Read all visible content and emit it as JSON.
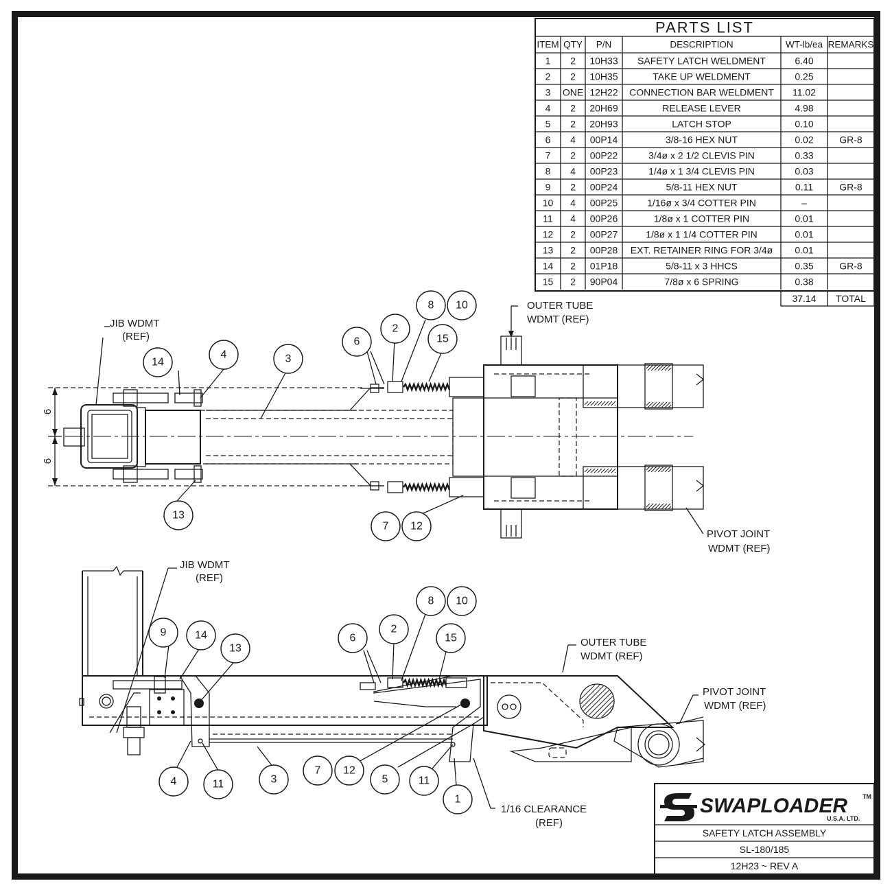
{
  "parts_list": {
    "title": "PARTS LIST",
    "headers": [
      "ITEM",
      "QTY",
      "P/N",
      "DESCRIPTION",
      "WT-lb/ea",
      "REMARKS"
    ],
    "rows": [
      [
        "1",
        "2",
        "10H33",
        "SAFETY LATCH WELDMENT",
        "6.40",
        ""
      ],
      [
        "2",
        "2",
        "10H35",
        "TAKE UP WELDMENT",
        "0.25",
        ""
      ],
      [
        "3",
        "ONE",
        "12H22",
        "CONNECTION BAR WELDMENT",
        "11.02",
        ""
      ],
      [
        "4",
        "2",
        "20H69",
        "RELEASE LEVER",
        "4.98",
        ""
      ],
      [
        "5",
        "2",
        "20H93",
        "LATCH STOP",
        "0.10",
        ""
      ],
      [
        "6",
        "4",
        "00P14",
        "3/8-16 HEX NUT",
        "0.02",
        "GR-8"
      ],
      [
        "7",
        "2",
        "00P22",
        "3/4ø x 2 1/2 CLEVIS PIN",
        "0.33",
        ""
      ],
      [
        "8",
        "4",
        "00P23",
        "1/4ø x 1 3/4 CLEVIS PIN",
        "0.03",
        ""
      ],
      [
        "9",
        "2",
        "00P24",
        "5/8-11 HEX NUT",
        "0.11",
        "GR-8"
      ],
      [
        "10",
        "4",
        "00P25",
        "1/16ø x 3/4 COTTER PIN",
        "–",
        ""
      ],
      [
        "11",
        "4",
        "00P26",
        "1/8ø x 1 COTTER PIN",
        "0.01",
        ""
      ],
      [
        "12",
        "2",
        "00P27",
        "1/8ø x 1 1/4 COTTER PIN",
        "0.01",
        ""
      ],
      [
        "13",
        "2",
        "00P28",
        "EXT. RETAINER RING FOR 3/4ø",
        "0.01",
        ""
      ],
      [
        "14",
        "2",
        "01P18",
        "5/8-11 x 3 HHCS",
        "0.35",
        "GR-8"
      ],
      [
        "15",
        "2",
        "90P04",
        "7/8ø x 6 SPRING",
        "0.38",
        ""
      ]
    ],
    "total_weight": "37.14",
    "total_label": "TOTAL"
  },
  "title_block": {
    "brand": "SWAPLOADER",
    "brand_tm": "TM",
    "brand_sub": "U.S.A.   LTD.",
    "drawing_title": "SAFETY LATCH ASSEMBLY",
    "model": "SL-180/185",
    "drawing_number": "12H23 ~ REV A"
  },
  "top_view": {
    "refs": {
      "jib": [
        "JIB  WDMT",
        "(REF)"
      ],
      "outer_tube": [
        "OUTER TUBE",
        "WDMT (REF)"
      ],
      "pivot_joint": [
        "PIVOT JOINT",
        "WDMT (REF)"
      ]
    },
    "dimensions": [
      "6",
      "6"
    ],
    "balloons": [
      "14",
      "4",
      "3",
      "6",
      "2",
      "8",
      "10",
      "15",
      "13",
      "7",
      "12"
    ]
  },
  "side_view": {
    "refs": {
      "jib": [
        "JIB  WDMT",
        "(REF)"
      ],
      "outer_tube": [
        "OUTER TUBE",
        "WDMT (REF)"
      ],
      "pivot_joint": [
        "PIVOT JOINT",
        "WDMT (REF)"
      ],
      "clearance": [
        "1/16 CLEARANCE",
        "(REF)"
      ]
    },
    "balloons": [
      "9",
      "14",
      "13",
      "6",
      "2",
      "8",
      "10",
      "15",
      "4",
      "11",
      "3",
      "7",
      "12",
      "5",
      "11",
      "1"
    ]
  }
}
